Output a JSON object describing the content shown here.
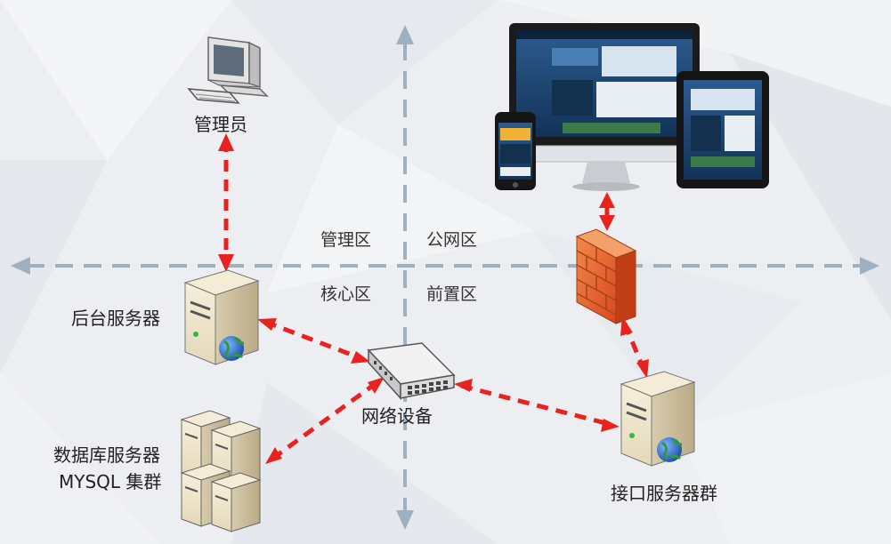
{
  "zones": {
    "management": "管理区",
    "public": "公网区",
    "core": "核心区",
    "front": "前置区"
  },
  "nodes": {
    "admin": {
      "label": "管理员",
      "icon": "desktop-computer-icon"
    },
    "backend": {
      "label": "后台服务器",
      "icon": "server-globe-icon"
    },
    "database": {
      "line1": "数据库服务器",
      "line2": "MYSQL 集群",
      "icon": "server-cluster-icon"
    },
    "network": {
      "label": "网络设备",
      "icon": "network-switch-icon"
    },
    "firewall": {
      "icon": "firewall-brick-icon"
    },
    "devices": {
      "icon": "multi-device-display-icon"
    },
    "api_cluster": {
      "label": "接口服务器群",
      "icon": "server-globe-icon"
    }
  },
  "connections": [
    {
      "from": "admin",
      "to": "backend",
      "style": "dashed-red-bidirectional"
    },
    {
      "from": "backend",
      "to": "network",
      "style": "dashed-red-bidirectional"
    },
    {
      "from": "database",
      "to": "network",
      "style": "dashed-red-bidirectional"
    },
    {
      "from": "network",
      "to": "api_cluster",
      "style": "dashed-red-bidirectional"
    },
    {
      "from": "firewall",
      "to": "api_cluster",
      "style": "dashed-red-bidirectional"
    },
    {
      "from": "devices",
      "to": "firewall",
      "style": "solid-red-bidirectional"
    }
  ],
  "colors": {
    "connector": "#e8231f",
    "axis": "#9fb0c0",
    "firewall": "#e8632a",
    "server_body": "#efe6cf",
    "globe": "#2a6fd1"
  }
}
